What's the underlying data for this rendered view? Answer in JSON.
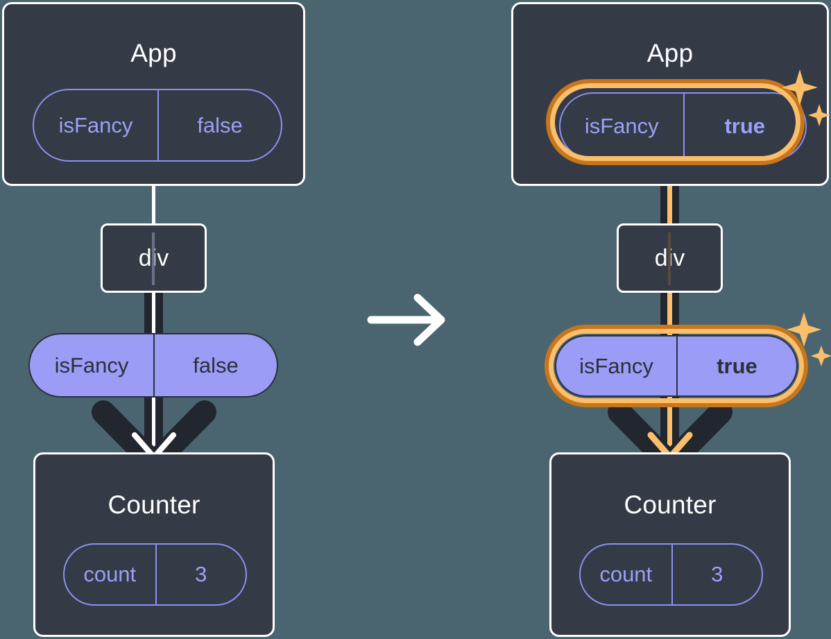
{
  "background_color": "#4a6570",
  "colors": {
    "panel_fill": "#343a46",
    "panel_border": "#ffffff",
    "pill_solid_fill": "#9a9cf5",
    "pill_ghost_stroke": "#8c90f0",
    "highlight_inner": "#fbbf6b",
    "highlight_outer": "#c8761b",
    "strand_dark": "#22262f",
    "sparkle": "#fbbf6b"
  },
  "transition_arrow": {
    "icon": "arrow-right-icon",
    "color": "#ffffff"
  },
  "before": {
    "app": {
      "title": "App",
      "state_pill": {
        "key": "isFancy",
        "value": "false",
        "style": "ghost",
        "highlighted": false
      }
    },
    "dom_node": {
      "label": "div"
    },
    "prop_pill": {
      "key": "isFancy",
      "value": "false",
      "style": "solid",
      "highlighted": false
    },
    "counter": {
      "title": "Counter",
      "state_pill": {
        "key": "count",
        "value": "3",
        "style": "ghost",
        "highlighted": false
      }
    },
    "arrow_color": "#ffffff"
  },
  "after": {
    "app": {
      "title": "App",
      "state_pill": {
        "key": "isFancy",
        "value": "true",
        "style": "ghost",
        "highlighted": true
      }
    },
    "dom_node": {
      "label": "div"
    },
    "prop_pill": {
      "key": "isFancy",
      "value": "true",
      "style": "solid",
      "highlighted": true
    },
    "counter": {
      "title": "Counter",
      "state_pill": {
        "key": "count",
        "value": "3",
        "style": "ghost",
        "highlighted": false
      }
    },
    "arrow_color": "#fbbf6b",
    "sparkle_icon": "sparkles-icon"
  }
}
